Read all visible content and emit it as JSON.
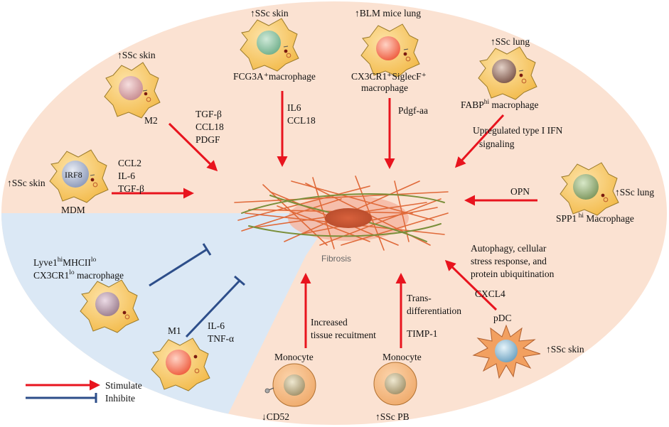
{
  "fibrosis_label": "Fibrosis",
  "cells": {
    "m2": {
      "tag": "↑SSc skin",
      "label": "M2"
    },
    "fcg3a": {
      "tag": "↑SSc skin",
      "label": "FCG3A⁺macrophage"
    },
    "cx3cr1": {
      "tag": "↑BLM mice lung",
      "label_l1": "CX3CR1⁺SiglecF⁺",
      "label_l2": "macrophage"
    },
    "fabp": {
      "tag": "↑SSc lung",
      "label_main": "FABP",
      "label_sup": "hi",
      "label_rest": " macrophage"
    },
    "mdm": {
      "tag": "↑SSc skin",
      "label": "MDM",
      "nucleus": "IRF8"
    },
    "spp1": {
      "tag": "↑SSc lung",
      "label_main": "SPP1",
      "label_sup": " hi",
      "label_rest": " Macrophage"
    },
    "lyve1": {
      "l1_a": "Lyve1",
      "l1_b": "hi",
      "l1_c": "MHCII",
      "l1_d": "lo",
      "l2_a": "CX3CR1",
      "l2_b": "lo",
      "l2_c": " macrophage"
    },
    "m1": {
      "label": "M1"
    },
    "mono1": {
      "label": "Monocyte",
      "tag": "↓CD52"
    },
    "mono2": {
      "label": "Monocyte",
      "tag": "↑SSc PB"
    },
    "pdc": {
      "label": "pDC",
      "tag": "↑SSc skin"
    }
  },
  "signals": {
    "m2": [
      "TGF-β",
      "CCL18",
      "PDGF"
    ],
    "fcg3a": [
      "IL6",
      "CCL18"
    ],
    "cx3cr1": [
      "Pdgf-aa"
    ],
    "fabp": [
      "Upregulated  type I IFN",
      "signaling"
    ],
    "mdm": [
      "CCL2",
      "IL-6",
      "TGF-β"
    ],
    "spp1": [
      "OPN"
    ],
    "pdc_process": [
      "Autophagy, cellular",
      "stress response, and",
      "protein ubiquitination"
    ],
    "pdc": [
      "CXCL4"
    ],
    "mono2_process": [
      "Trans-",
      "differentiation"
    ],
    "mono2": [
      "TIMP-1"
    ],
    "mono1_process": [
      "Increased",
      "tissue recuitment"
    ],
    "m1": [
      "IL-6",
      "TNF-α"
    ]
  },
  "legend": {
    "stimulate": "Stimulate",
    "inhibit": "Inhibite"
  },
  "colors": {
    "background_oval": "#fbe2d2",
    "inhibit_zone": "#dbe8f5",
    "stimulate_arrow": "#e8141e",
    "inhibit_arrow": "#2d4e8a",
    "cell_body": "#f7c45c",
    "cell_outline": "#9a7a2a"
  }
}
